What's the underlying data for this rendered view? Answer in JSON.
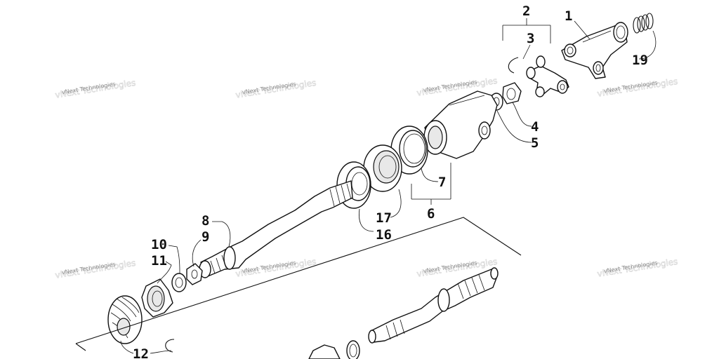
{
  "watermark": {
    "text": "vNext Technologies"
  },
  "callouts": {
    "c1": "1",
    "c2": "2",
    "c3": "3",
    "c4": "4",
    "c5": "5",
    "c6": "6",
    "c7": "7",
    "c8": "8",
    "c9": "9",
    "c10": "10",
    "c11": "11",
    "c12": "12",
    "c16": "16",
    "c17": "17",
    "c19": "19"
  }
}
